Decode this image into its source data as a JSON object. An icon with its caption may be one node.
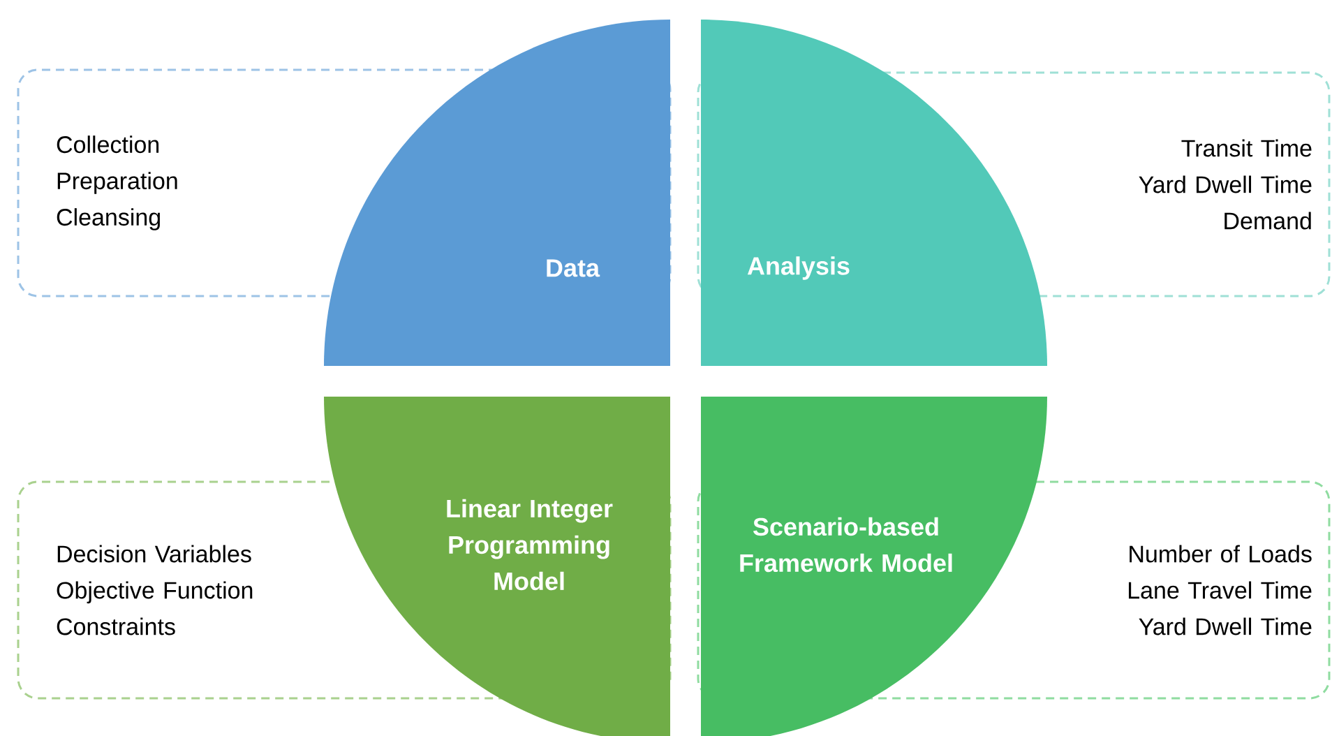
{
  "diagram": {
    "nodes": [
      {
        "text": [
          "Collection",
          "Preparation",
          "Cleansing"
        ]
      },
      {
        "text": [
          "Data"
        ]
      },
      {
        "text": [
          "Analysis"
        ]
      },
      {
        "text": [
          "Transit Time",
          "Yard Dwell Time",
          "Demand"
        ]
      },
      {
        "text": [
          "Decision Variables",
          "Objective Function",
          "Constraints"
        ]
      },
      {
        "text": [
          "Linear Integer Programming Model"
        ]
      },
      {
        "text": [
          "Scenario-based Framework Model"
        ]
      },
      {
        "text": [
          "Number of Loads",
          "Lane Travel Time",
          "Yard Dwell Time"
        ]
      }
    ]
  }
}
